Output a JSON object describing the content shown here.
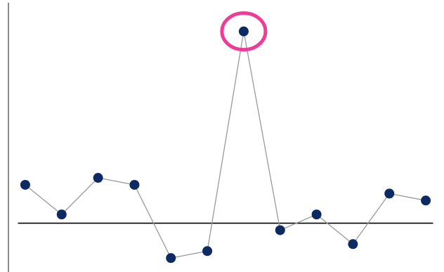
{
  "chart_data": {
    "type": "line",
    "x": [
      1,
      2,
      3,
      4,
      5,
      6,
      7,
      8,
      9,
      10,
      11,
      12
    ],
    "series": [
      {
        "values": [
          1.1,
          0.25,
          1.3,
          1.1,
          -1.0,
          -0.8,
          5.5,
          -0.2,
          0.25,
          -0.6,
          0.85,
          0.65
        ]
      }
    ],
    "baseline": 0,
    "highlight_index": 6,
    "ylim": [
      -1.4,
      6.4
    ],
    "xlim": [
      0.5,
      12.5
    ],
    "grid": false,
    "legend": "none",
    "colors": {
      "marker": "#0e2a63",
      "line": "#9a9a9a",
      "baseline": "#000000",
      "highlight": "#ee3d96",
      "axis": "#8c8c8c"
    }
  }
}
